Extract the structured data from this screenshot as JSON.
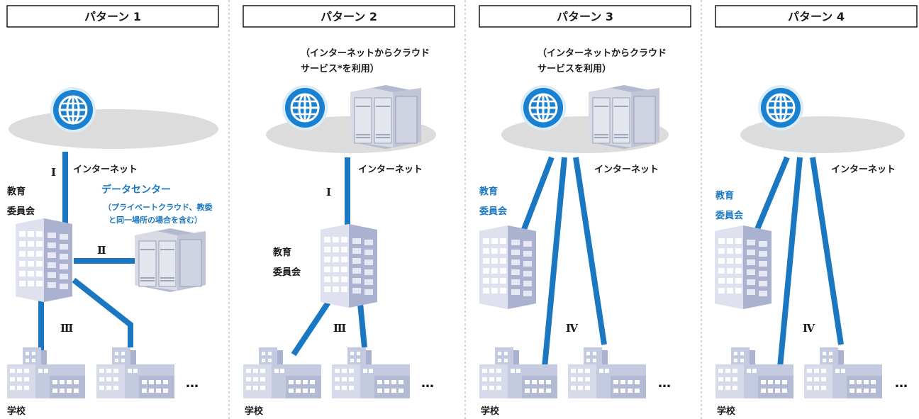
{
  "colors": {
    "link": "#1a78c2",
    "globe": "#1a80d0",
    "cloud": "#dcdcdc",
    "building": "#c9cfe3",
    "building_dark": "#9aa3c0",
    "text": "#1a1a1a",
    "accent_text": "#1a78c2"
  },
  "patterns": [
    {
      "title": "パターン 1",
      "internet_label": "インターネット",
      "board_label_1": "教育",
      "board_label_2": "委員会",
      "dc_title": "データセンター",
      "dc_note_1": "（プライベートクラウド、教委",
      "dc_note_2": "と同一場所の場合を含む）",
      "link_I": "Ⅰ",
      "link_II": "Ⅱ",
      "link_III": "Ⅲ",
      "school_label": "学校",
      "ellipsis": "…"
    },
    {
      "title": "パターン 2",
      "cloud_note_1": "（インターネットからクラウド",
      "cloud_note_2": "サービス*を利用）",
      "internet_label": "インターネット",
      "board_label_1": "教育",
      "board_label_2": "委員会",
      "link_I": "Ⅰ",
      "link_III": "Ⅲ",
      "school_label": "学校",
      "ellipsis": "…"
    },
    {
      "title": "パターン 3",
      "cloud_note_1": "（インターネットからクラウド",
      "cloud_note_2": "サービスを利用）",
      "internet_label": "インターネット",
      "board_label_1": "教育",
      "board_label_2": "委員会",
      "link_IV": "Ⅳ",
      "school_label": "学校",
      "ellipsis": "…"
    },
    {
      "title": "パターン 4",
      "internet_label": "インターネット",
      "board_label_1": "教育",
      "board_label_2": "委員会",
      "link_IV": "Ⅳ",
      "school_label": "学校",
      "ellipsis": "…"
    }
  ]
}
